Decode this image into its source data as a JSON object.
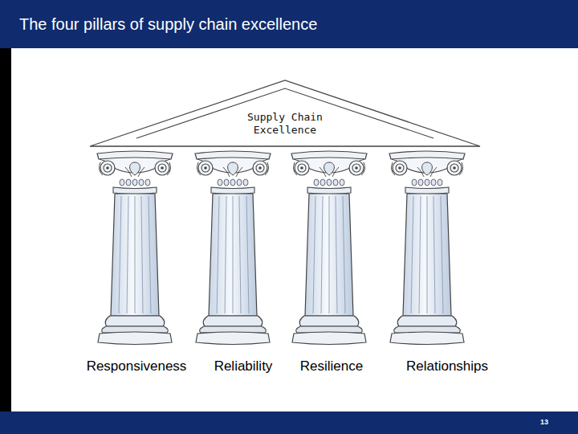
{
  "diagram": {
    "title": "The four pillars of supply chain excellence",
    "nodes": [
      {
        "text": [
          "Supply Chain Excellence"
        ]
      },
      {
        "text": [
          "Responsiveness"
        ]
      },
      {
        "text": [
          "Reliability"
        ]
      },
      {
        "text": [
          "Resilience"
        ]
      },
      {
        "text": [
          "Relationships"
        ]
      }
    ],
    "edges": [],
    "labels": [
      "13"
    ]
  }
}
